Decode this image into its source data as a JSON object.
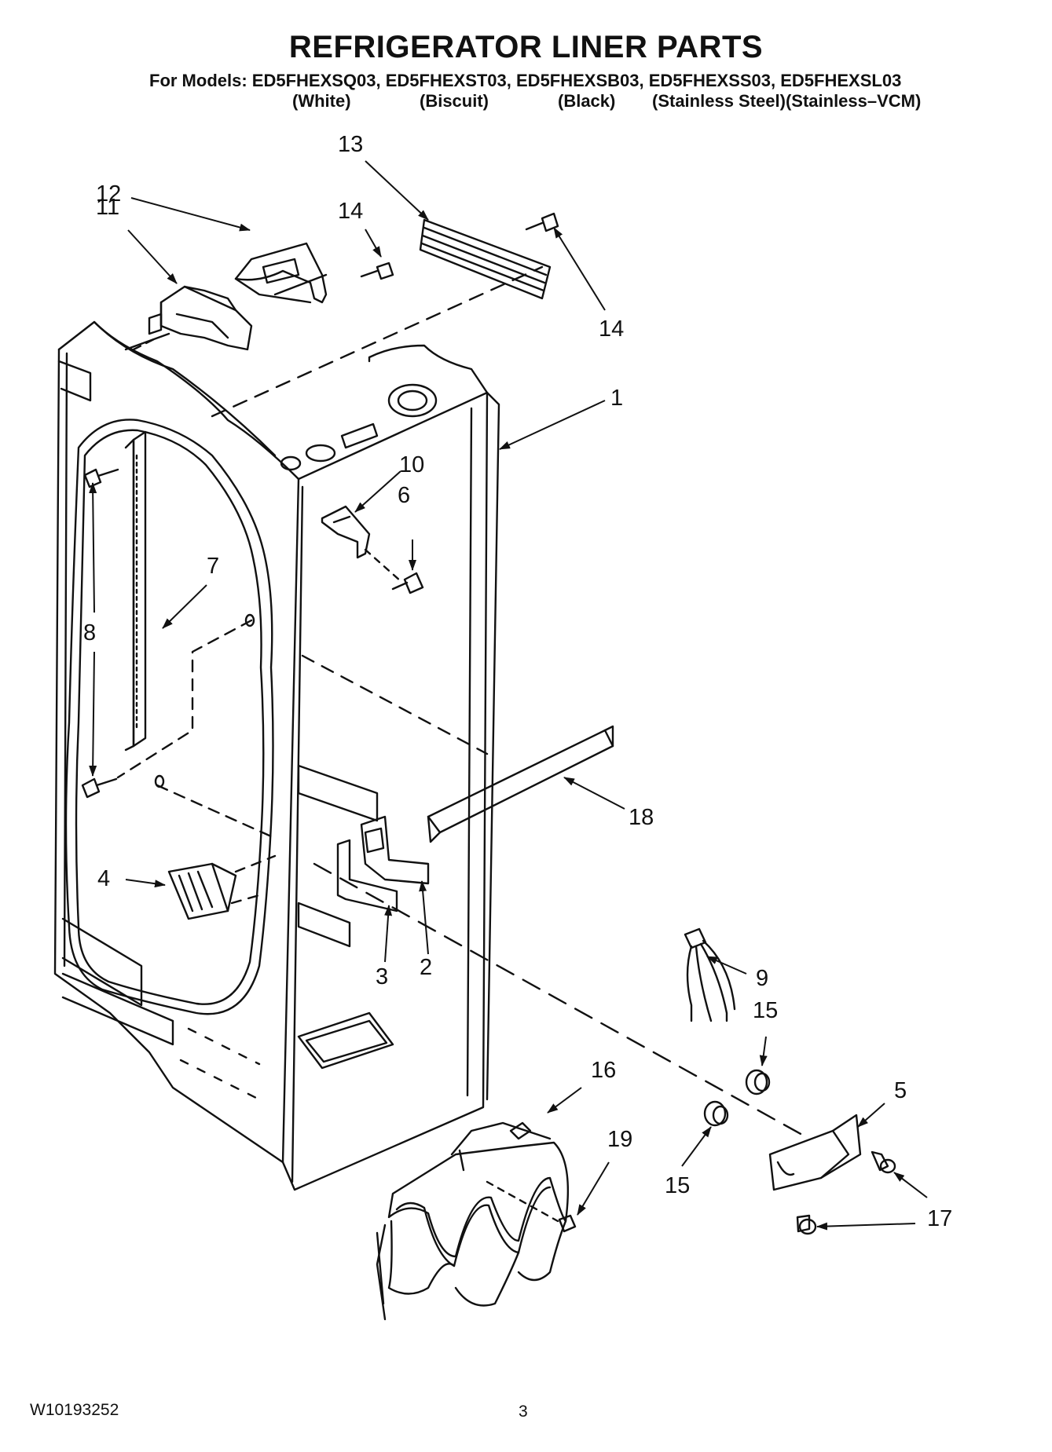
{
  "header": {
    "title": "REFRIGERATOR LINER PARTS",
    "models_line": "For Models: ED5FHEXSQ03, ED5FHEXST03, ED5FHEXSB03, ED5FHEXSS03, ED5FHEXSL03",
    "variants": [
      "(White)",
      "(Biscuit)",
      "(Black)",
      "(Stainless Steel)(Stainless–VCM)"
    ]
  },
  "callouts": {
    "c1": "1",
    "c2": "2",
    "c3": "3",
    "c4": "4",
    "c5": "5",
    "c6": "6",
    "c7": "7",
    "c8": "8",
    "c9": "9",
    "c10": "10",
    "c11": "11",
    "c12": "12",
    "c13": "13",
    "c14a": "14",
    "c14b": "14",
    "c15a": "15",
    "c15b": "15",
    "c16": "16",
    "c17": "17",
    "c18": "18",
    "c19": "19"
  },
  "footer": {
    "doc_id": "W10193252",
    "page": "3"
  }
}
